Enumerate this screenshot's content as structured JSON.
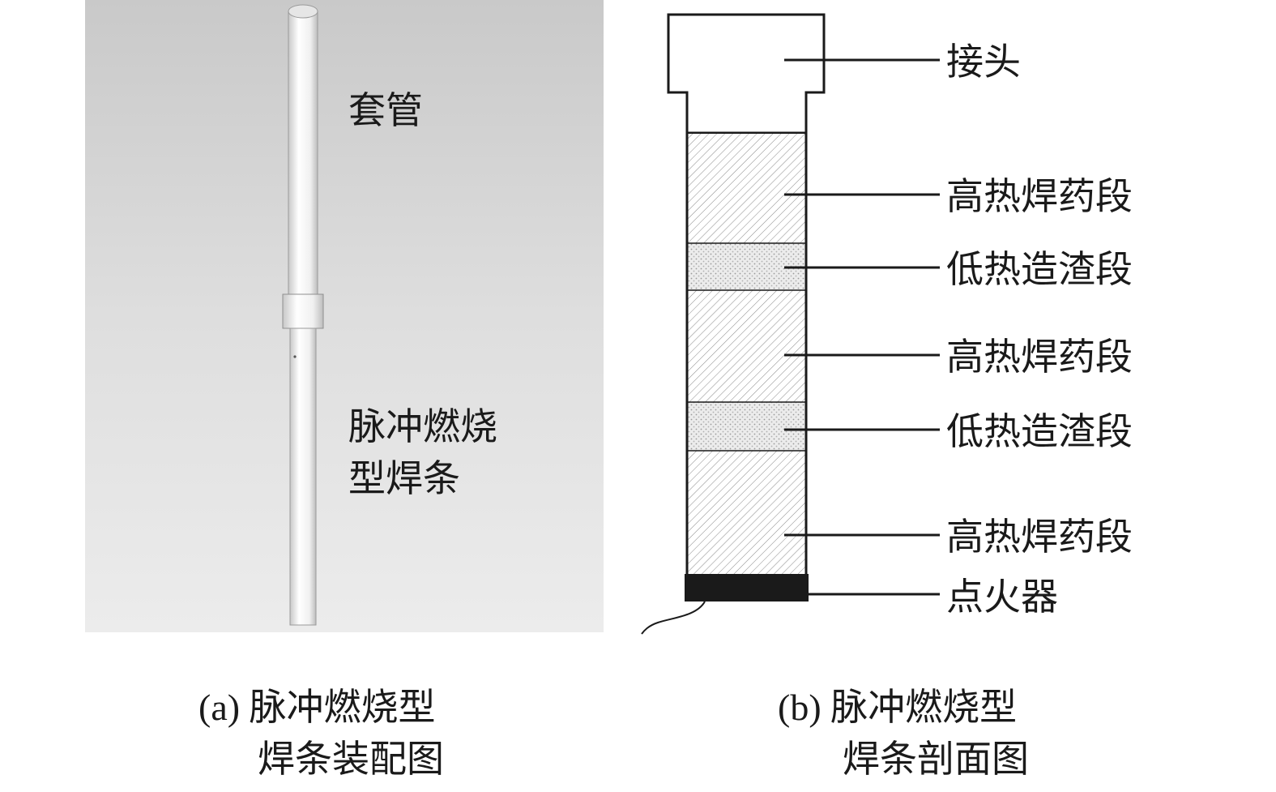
{
  "panel_a": {
    "label_sleeve": "套管",
    "label_rod_line1": "脉冲燃烧",
    "label_rod_line2": "型焊条",
    "caption_line1": "(a) 脉冲燃烧型",
    "caption_line2": "焊条装配图"
  },
  "panel_b": {
    "labels": [
      "接头",
      "高热焊药段",
      "低热造渣段",
      "高热焊药段",
      "低热造渣段",
      "高热焊药段",
      "点火器"
    ],
    "caption_line1": "(b) 脉冲燃烧型",
    "caption_line2": "焊条剖面图"
  }
}
